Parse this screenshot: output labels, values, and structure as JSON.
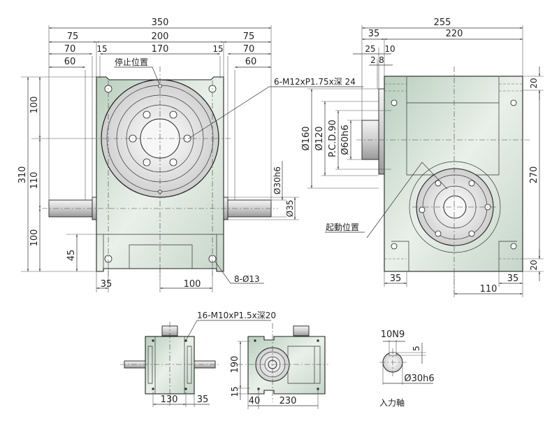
{
  "front_view": {
    "top_dims": {
      "overall": "350",
      "left_75": "75",
      "center_200": "200",
      "right_75": "75",
      "left_70": "70",
      "left_15": "15",
      "center_170": "170",
      "right_15": "15",
      "right_70": "70",
      "left_60": "60",
      "right_60": "60"
    },
    "stop_position": "停止位置",
    "thread_callout": "6-M12xP1.75x深 24",
    "left_dims": {
      "overall": "310",
      "upper_100": "100",
      "mid_110": "110",
      "lower_100": "100",
      "base_45": "45"
    },
    "shaft_dims": {
      "shaft": "Ø30h6",
      "boss": "Ø35"
    },
    "bottom_dims": {
      "left_35": "35",
      "center_100": "100"
    },
    "hole_callout": "8-Ø13"
  },
  "side_view": {
    "top_dims": {
      "overall": "255",
      "left_35": "35",
      "body_220": "220",
      "d25": "25",
      "d10": "10",
      "d2": "2",
      "d8": "8"
    },
    "left_dims": {
      "d160": "Ø160",
      "d120": "Ø120",
      "pcd": "P.C.D.90",
      "d60": "Ø60h6"
    },
    "right_dims": {
      "top_20": "20",
      "height_270": "270",
      "bottom_20": "20"
    },
    "bottom_dims": {
      "left_35": "35",
      "center_110": "110",
      "right_35": "35"
    },
    "start_position": "起動位置"
  },
  "small_views": {
    "thread_callout": "16-M10xP1.5x深20",
    "view1_dims": {
      "d130": "130",
      "d35": "35"
    },
    "view2_dims": {
      "d190": "190",
      "d15": "15",
      "d40": "40",
      "d230": "230"
    }
  },
  "input_shaft": {
    "key": "10N9",
    "depth": "5",
    "diameter": "Ø30h6",
    "title": "入力軸"
  }
}
